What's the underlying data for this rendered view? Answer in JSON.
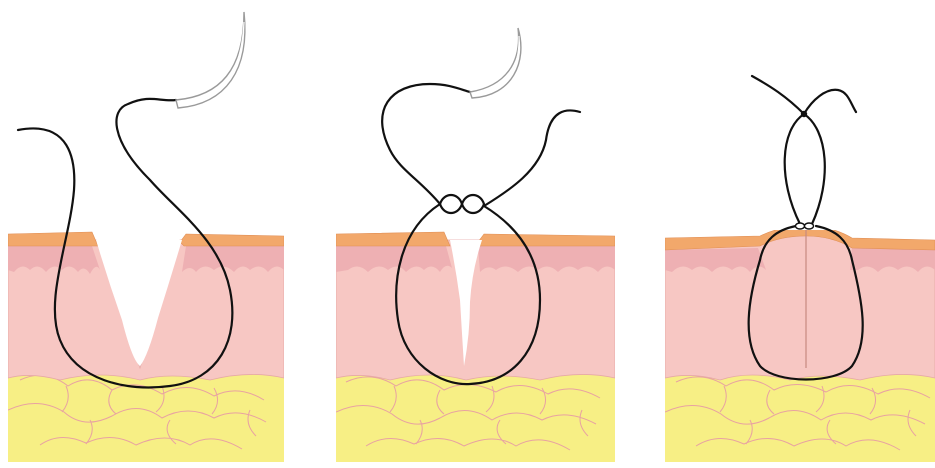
{
  "figure": {
    "panels": [
      {
        "id": "panel-1",
        "step": "suture-passed",
        "knots": 0
      },
      {
        "id": "panel-2",
        "step": "knot-thrown",
        "knots": 1
      },
      {
        "id": "panel-3",
        "step": "knot-tied-wound-closed",
        "knots": 1
      }
    ]
  },
  "colors": {
    "epidermis": "#f2a86b",
    "epidermis_edge": "#e08e55",
    "dermis": "#f7c7c3",
    "dermis_upper": "#eeb0b3",
    "fat": "#f7ef85",
    "fat_lines": "#e8a2a2",
    "suture": "#111111",
    "needle": "#bbbbbb",
    "needle_inner": "#ffffff"
  }
}
